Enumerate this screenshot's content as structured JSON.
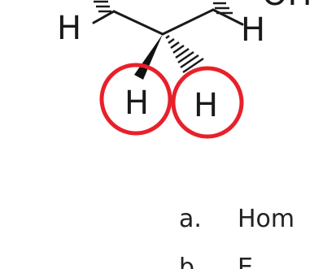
{
  "molecule": {
    "atoms": {
      "h_top_left": "H",
      "h_top_right": "H",
      "top_right_fragment": "OH",
      "h_circled_left": "H",
      "h_circled_right": "H"
    },
    "highlight_color": "#e8202a"
  },
  "options": [
    {
      "letter": "a.",
      "text": "Hom"
    },
    {
      "letter": "b.",
      "text": "E"
    }
  ]
}
